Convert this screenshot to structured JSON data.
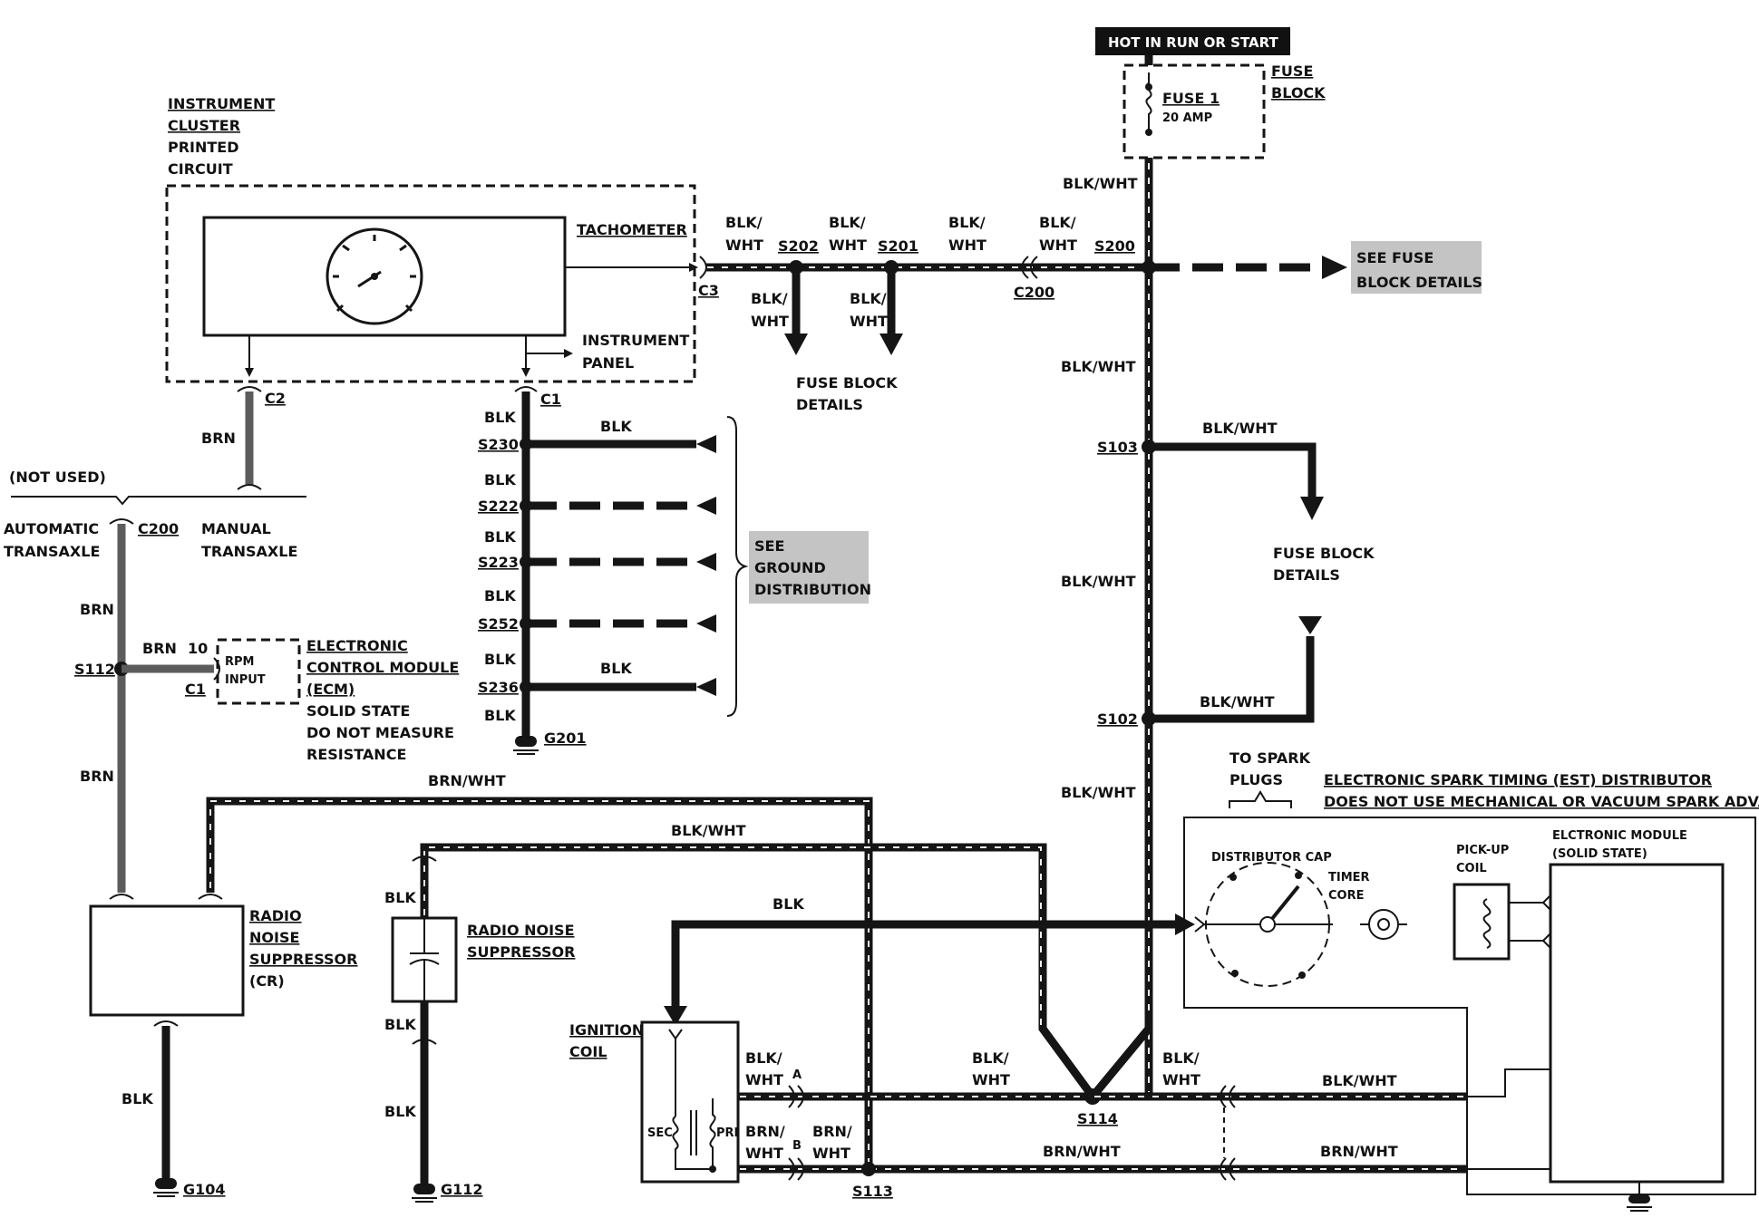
{
  "header": {
    "hot_label": "HOT IN RUN OR START"
  },
  "fuse_block": {
    "title_line1": "FUSE",
    "title_line2": "BLOCK",
    "fuse_name": "FUSE 1",
    "fuse_rating": "20 AMP"
  },
  "cluster": {
    "title": [
      "INSTRUMENT",
      "CLUSTER",
      "PRINTED",
      "CIRCUIT"
    ],
    "tachometer": "TACHOMETER",
    "instrument_panel": [
      "INSTRUMENT",
      "PANEL"
    ]
  },
  "connectors": {
    "c3": "C3",
    "c2": "C2",
    "c1_cluster": "C1",
    "c200_top": "C200",
    "c200_trans": "C200",
    "c1_ecm": "C1",
    "pin_10": "10",
    "pin_a": "A",
    "pin_b": "B"
  },
  "splices": {
    "s202": "S202",
    "s201": "S201",
    "s200": "S200",
    "s103": "S103",
    "s102": "S102",
    "s114": "S114",
    "s113": "S113",
    "s112": "S112",
    "s230": "S230",
    "s222": "S222",
    "s223": "S223",
    "s252": "S252",
    "s236": "S236"
  },
  "grounds": {
    "g201": "G201",
    "g104": "G104",
    "g112": "G112"
  },
  "wire_colors": {
    "blk": "BLK",
    "blk_wht": "BLK/WHT",
    "blk_": "BLK/",
    "wht": "WHT",
    "brn": "BRN",
    "brn_wht": "BRN/WHT",
    "brn_": "BRN/"
  },
  "refs": {
    "see_fuse_block_details": [
      "SEE FUSE",
      "BLOCK DETAILS"
    ],
    "fuse_block_details": [
      "FUSE BLOCK",
      "DETAILS"
    ],
    "see_ground_distribution": [
      "SEE",
      "GROUND",
      "DISTRIBUTION"
    ]
  },
  "transaxle": {
    "not_used": "(NOT USED)",
    "automatic": [
      "AUTOMATIC",
      "TRANSAXLE"
    ],
    "manual": [
      "MANUAL",
      "TRANSAXLE"
    ]
  },
  "ecm": {
    "box": [
      "RPM",
      "INPUT"
    ],
    "label": [
      "ELECTRONIC",
      "CONTROL MODULE",
      "(ECM)",
      "SOLID STATE",
      "DO NOT MEASURE",
      "RESISTANCE"
    ]
  },
  "radio_noise_cr": [
    "RADIO",
    "NOISE",
    "SUPPRESSOR",
    "(CR)"
  ],
  "radio_noise": [
    "RADIO NOISE",
    "SUPPRESSOR"
  ],
  "ignition_coil": {
    "label": [
      "IGNITION",
      "COIL"
    ],
    "sec": "SEC",
    "pri": "PRI"
  },
  "distributor": {
    "spark_plugs": [
      "TO SPARK",
      "PLUGS"
    ],
    "title": "ELECTRONIC SPARK TIMING (EST) DISTRIBUTOR",
    "subtitle": "DOES NOT USE MECHANICAL OR VACUUM SPARK ADVANCE",
    "cap": "DISTRIBUTOR CAP",
    "timer_core": [
      "TIMER",
      "CORE"
    ],
    "pickup_coil": [
      "PICK-UP",
      "COIL"
    ],
    "module": [
      "ELCTRONIC MODULE",
      "(SOLID STATE)"
    ]
  },
  "colors": {
    "ink": "#151515",
    "shade": "#c4c4c4",
    "paper": "#ffffff"
  }
}
